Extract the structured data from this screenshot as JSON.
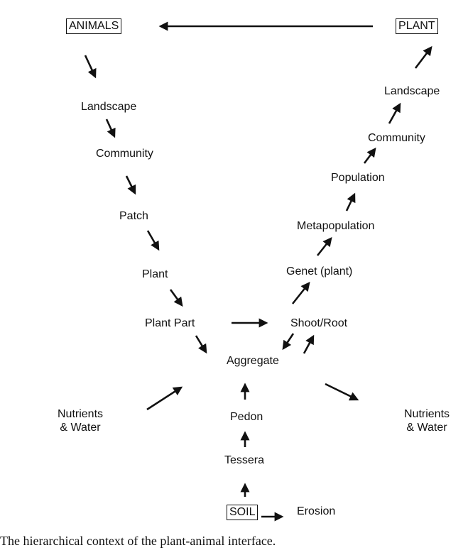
{
  "top_nodes": {
    "animals": "ANIMALS",
    "plant": "PLANT"
  },
  "left_branch": {
    "landscape": "Landscape",
    "community": "Community",
    "patch": "Patch",
    "plant": "Plant",
    "plant_part": "Plant Part"
  },
  "right_branch": {
    "landscape": "Landscape",
    "community": "Community",
    "population": "Population",
    "metapopulation": "Metapopulation",
    "genet": "Genet (plant)",
    "shoot_root": "Shoot/Root"
  },
  "soil_branch": {
    "aggregate": "Aggregate",
    "pedon": "Pedon",
    "tessera": "Tessera",
    "soil": "SOIL",
    "erosion": "Erosion"
  },
  "nutrients_left": {
    "line1": "Nutrients",
    "line2": "& Water"
  },
  "nutrients_right": {
    "line1": "Nutrients",
    "line2": "& Water"
  },
  "caption": "The hierarchical context of the plant-animal interface."
}
